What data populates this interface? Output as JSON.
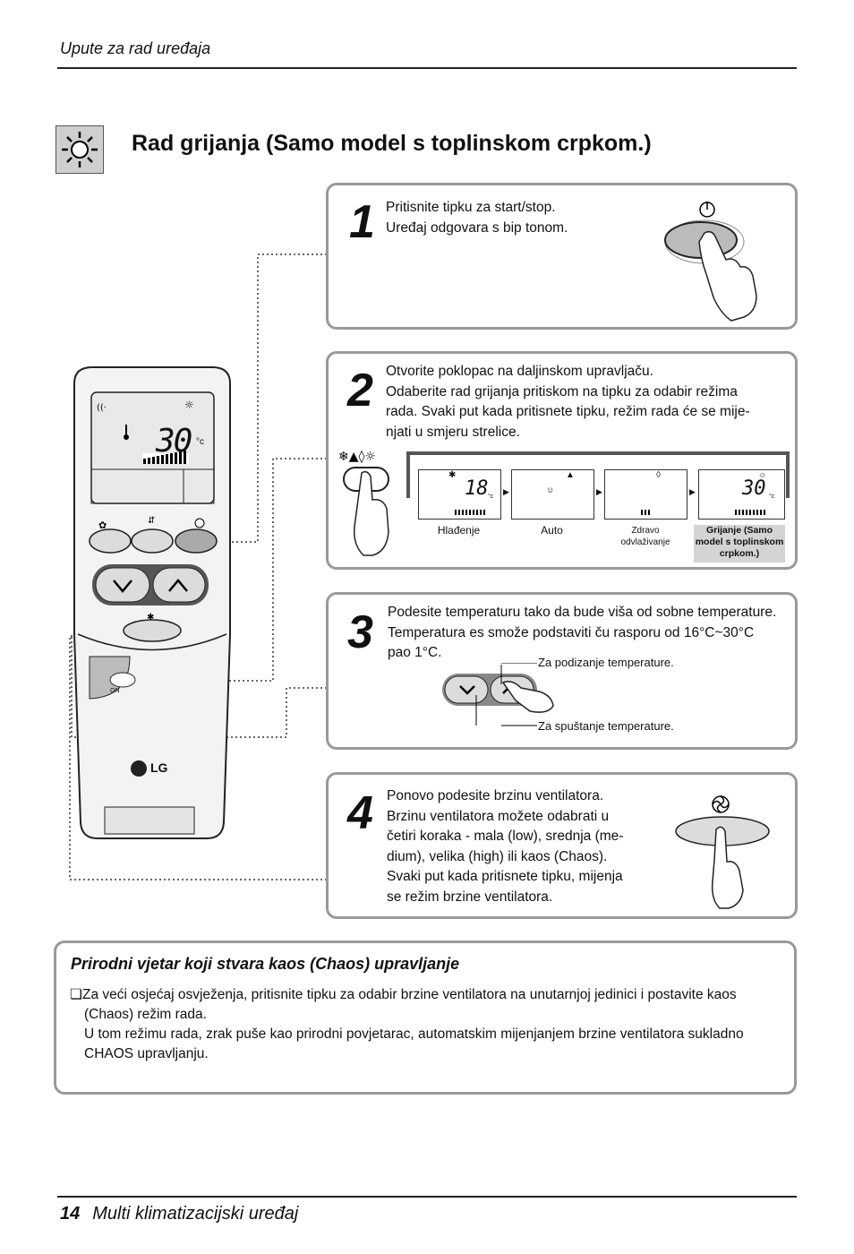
{
  "header": {
    "title": "Upute za rad uređaja"
  },
  "section": {
    "title": "Rad grijanja (Samo model s toplinskom crpkom.)",
    "icon": "sun-icon"
  },
  "remote": {
    "display_temp": "30",
    "display_unit": "°c",
    "brand": "LG",
    "switch_label": "ON"
  },
  "steps": [
    {
      "number": "1",
      "lines": [
        "Pritisnite tipku za start/stop.",
        "Uređaj odgovara s bip tonom."
      ]
    },
    {
      "number": "2",
      "lines": [
        "Otvorite poklopac na daljinskom upravljaču.",
        "Odaberite rad grijanja pritiskom na tipku za odabir režima",
        "rada. Svaki put kada pritisnete tipku, režim rada će se mije-",
        "njati u smjeru strelice."
      ],
      "modes": [
        {
          "label": "Hlađenje",
          "temp": "18"
        },
        {
          "label": "Auto",
          "temp": ""
        },
        {
          "label": "Zdravo odvlaživanje",
          "temp": ""
        },
        {
          "label": "Grijanje (Samo model s toplinskom crpkom.)",
          "temp": "30"
        }
      ],
      "unit": "°c"
    },
    {
      "number": "3",
      "lines": [
        "Podesite temperaturu tako da bude viša od sobne temperature.",
        "Temperatura es smože podstaviti ču rasporu od 16°C~30°C",
        "pao 1°C."
      ],
      "up_label": "Za podizanje temperature.",
      "down_label": "Za spuštanje temperature."
    },
    {
      "number": "4",
      "lines": [
        "Ponovo podesite brzinu ventilatora.",
        "Brzinu ventilatora možete odabrati u",
        "četiri koraka - mala (low), srednja (me-",
        "dium), velika (high) ili kaos (Chaos).",
        "Svaki put kada pritisnete tipku, mijenja",
        "se režim brzine ventilatora."
      ]
    }
  ],
  "note": {
    "title": "Prirodni vjetar koji stvara kaos (Chaos) upravljanje",
    "bullet": "❏",
    "line1": "Za veći osjećaj osvježenja, pritisnite tipku za odabir brzine ventilatora na unutarnjoj jedinici i postavite kaos",
    "line2": "(Chaos) režim rada.",
    "line3": "U tom režimu rada, zrak puše kao prirodni povjetarac, automatskim mijenjanjem brzine ventilatora sukladno",
    "line4": "CHAOS upravljanju."
  },
  "footer": {
    "page": "14",
    "title": "Multi klimatizacijski uređaj"
  }
}
